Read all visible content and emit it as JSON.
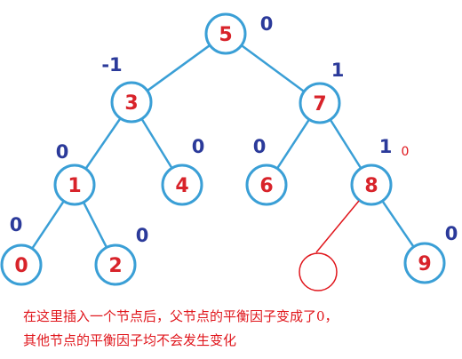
{
  "colors": {
    "node_stroke": "#3a9fd6",
    "node_text": "#d8232a",
    "balance_text": "#2b3a9a",
    "edge": "#3a9fd6",
    "highlight": "#e0161c"
  },
  "tree": {
    "nodes": [
      {
        "id": "n5",
        "value": "5",
        "balance": "0"
      },
      {
        "id": "n3",
        "value": "3",
        "balance": "-1"
      },
      {
        "id": "n7",
        "value": "7",
        "balance": "1"
      },
      {
        "id": "n1",
        "value": "1",
        "balance": "0"
      },
      {
        "id": "n4",
        "value": "4",
        "balance": "0"
      },
      {
        "id": "n6",
        "value": "6",
        "balance": "0"
      },
      {
        "id": "n8",
        "value": "8",
        "balance": "1",
        "new_balance": "0"
      },
      {
        "id": "n0",
        "value": "0",
        "balance": "0"
      },
      {
        "id": "n2",
        "value": "2",
        "balance": "0"
      },
      {
        "id": "n9",
        "value": "9",
        "balance": "0"
      }
    ],
    "edges": [
      [
        "n5",
        "n3"
      ],
      [
        "n5",
        "n7"
      ],
      [
        "n3",
        "n1"
      ],
      [
        "n3",
        "n4"
      ],
      [
        "n7",
        "n6"
      ],
      [
        "n7",
        "n8"
      ],
      [
        "n1",
        "n0"
      ],
      [
        "n1",
        "n2"
      ],
      [
        "n8",
        "n9"
      ]
    ],
    "inserted_parent": "n8"
  },
  "note": {
    "line1": "在这里插入一个节点后，父节点的平衡因子变成了0，",
    "line2": "其他节点的平衡因子均不会发生变化"
  }
}
